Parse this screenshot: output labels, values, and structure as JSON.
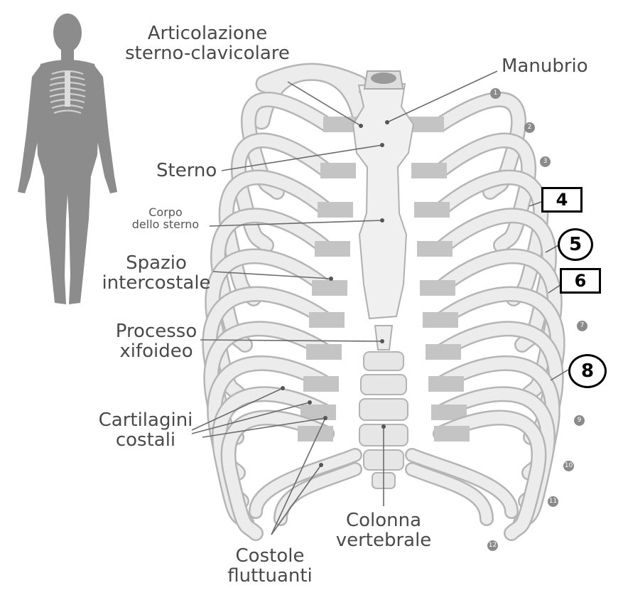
{
  "labels": {
    "articolazione": "Articolazione\nsterno-clavicolare",
    "manubrio": "Manubrio",
    "sterno": "Sterno",
    "corpo": "Corpo\ndello sterno",
    "spazio": "Spazio\nintercostale",
    "processo": "Processo\nxifoideo",
    "cartilagini": "Cartilagini\ncostali",
    "costole": "Costole\nfluttuanti",
    "colonna": "Colonna\nvertebrale"
  },
  "rib_numbers": [
    "1",
    "2",
    "3",
    "7",
    "9",
    "10",
    "11",
    "12"
  ],
  "highlighted_numbers": {
    "box_4": "4",
    "circle_5": "5",
    "box_6": "6",
    "circle_8": "8"
  },
  "colors": {
    "bone": "#e9e9e9",
    "bone_outline": "#b5b5b5",
    "cartilage": "#bdbdbd",
    "silhouette": "#8c8c8c",
    "text": "#4a4a4a"
  },
  "icons": [
    "human-silhouette-icon",
    "rib-cage-illustration"
  ]
}
